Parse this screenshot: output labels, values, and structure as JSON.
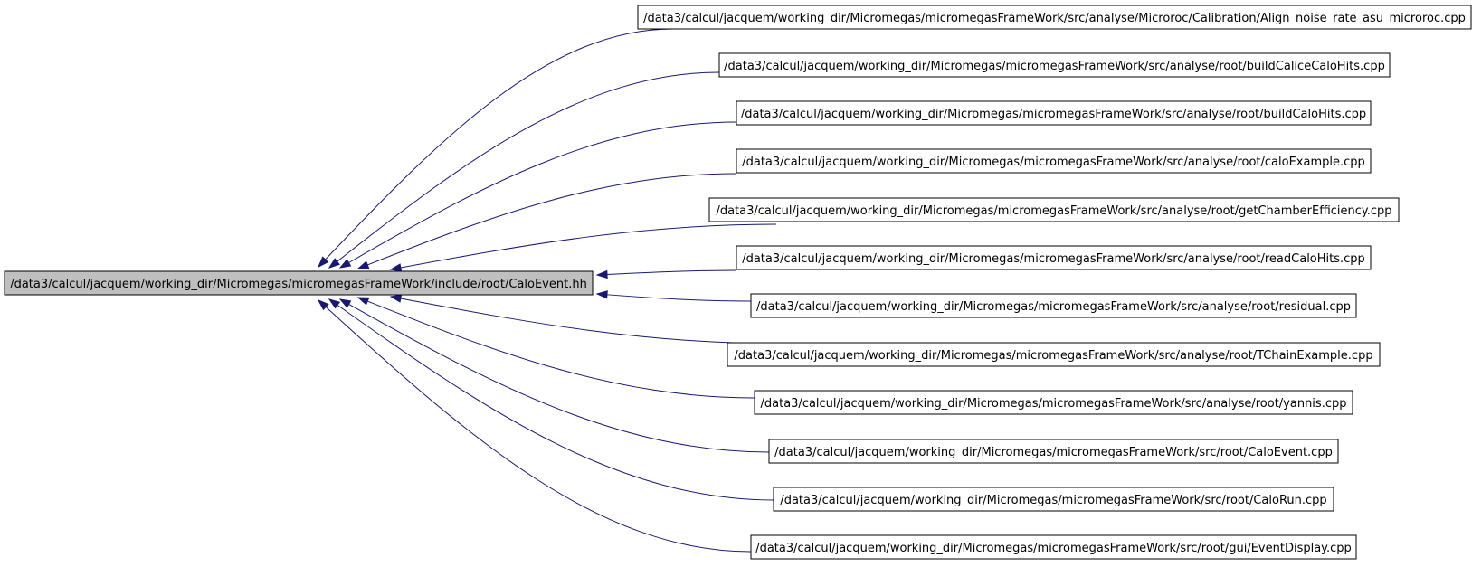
{
  "colors": {
    "edge": "#191970",
    "target_fill": "#bfbfbf",
    "source_fill": "#ffffff",
    "border": "#000000"
  },
  "target": {
    "label": "/data3/calcul/jacquem/working_dir/Micromegas/micromegasFrameWork/include/root/CaloEvent.hh"
  },
  "sources": [
    {
      "label": "/data3/calcul/jacquem/working_dir/Micromegas/micromegasFrameWork/src/analyse/Microroc/Calibration/Align_noise_rate_asu_microroc.cpp"
    },
    {
      "label": "/data3/calcul/jacquem/working_dir/Micromegas/micromegasFrameWork/src/analyse/root/buildCaliceCaloHits.cpp"
    },
    {
      "label": "/data3/calcul/jacquem/working_dir/Micromegas/micromegasFrameWork/src/analyse/root/buildCaloHits.cpp"
    },
    {
      "label": "/data3/calcul/jacquem/working_dir/Micromegas/micromegasFrameWork/src/analyse/root/caloExample.cpp"
    },
    {
      "label": "/data3/calcul/jacquem/working_dir/Micromegas/micromegasFrameWork/src/analyse/root/getChamberEfficiency.cpp"
    },
    {
      "label": "/data3/calcul/jacquem/working_dir/Micromegas/micromegasFrameWork/src/analyse/root/readCaloHits.cpp"
    },
    {
      "label": "/data3/calcul/jacquem/working_dir/Micromegas/micromegasFrameWork/src/analyse/root/residual.cpp"
    },
    {
      "label": "/data3/calcul/jacquem/working_dir/Micromegas/micromegasFrameWork/src/analyse/root/TChainExample.cpp"
    },
    {
      "label": "/data3/calcul/jacquem/working_dir/Micromegas/micromegasFrameWork/src/analyse/root/yannis.cpp"
    },
    {
      "label": "/data3/calcul/jacquem/working_dir/Micromegas/micromegasFrameWork/src/root/CaloEvent.cpp"
    },
    {
      "label": "/data3/calcul/jacquem/working_dir/Micromegas/micromegasFrameWork/src/root/CaloRun.cpp"
    },
    {
      "label": "/data3/calcul/jacquem/working_dir/Micromegas/micromegasFrameWork/src/root/gui/EventDisplay.cpp"
    }
  ]
}
